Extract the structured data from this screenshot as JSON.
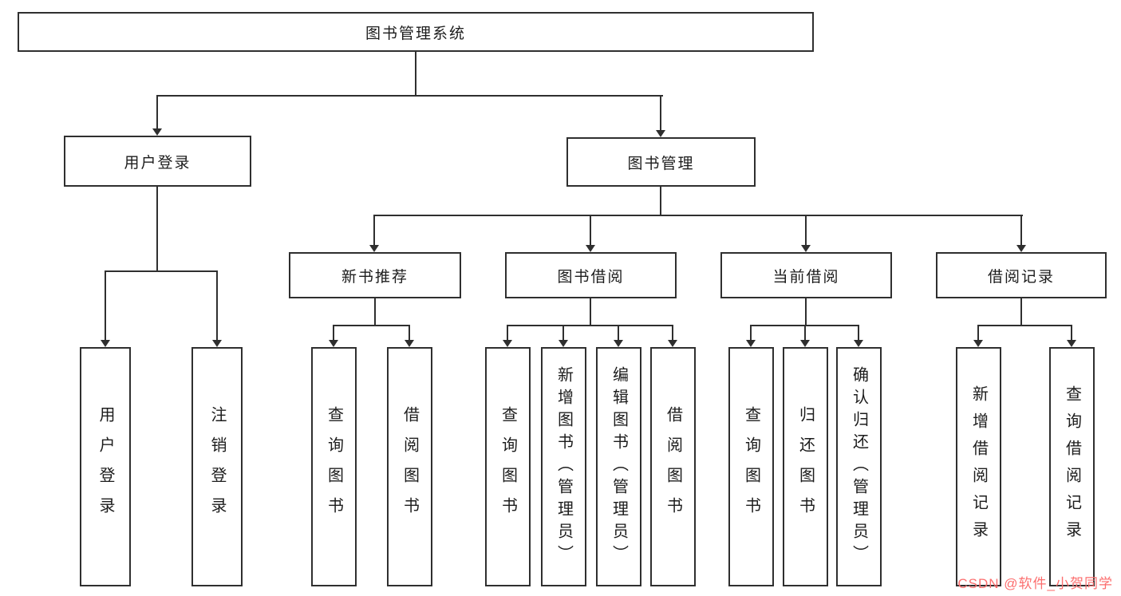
{
  "diagram": {
    "root": {
      "label": "图书管理系统"
    },
    "level1": [
      {
        "label": "用户登录"
      },
      {
        "label": "图书管理"
      }
    ],
    "level2": [
      {
        "label": "新书推荐"
      },
      {
        "label": "图书借阅"
      },
      {
        "label": "当前借阅"
      },
      {
        "label": "借阅记录"
      }
    ],
    "leaves": {
      "user_login": [
        "用户登录",
        "注销登录"
      ],
      "new_book_recommend": [
        "查询图书",
        "借阅图书"
      ],
      "book_borrow": [
        "查询图书",
        "新增图书（管理员）",
        "编辑图书（管理员）",
        "借阅图书"
      ],
      "current_borrow": [
        "查询图书",
        "归还图书",
        "确认归还（管理员）"
      ],
      "borrow_records": [
        "新增借阅记录",
        "查询借阅记录"
      ]
    }
  },
  "colors": {
    "line": "#2f2f2f",
    "watermark": "#fc6e6e"
  },
  "watermark": {
    "text": "CSDN @软件_小贺同学"
  }
}
